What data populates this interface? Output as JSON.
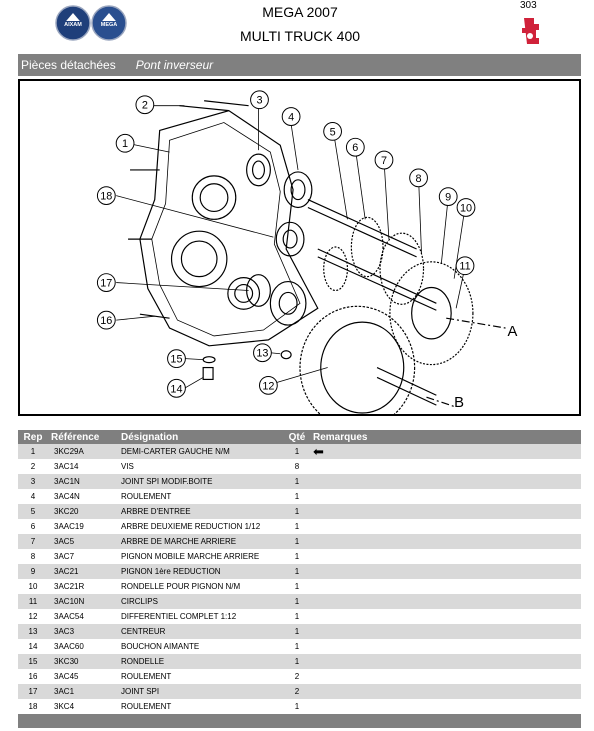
{
  "header": {
    "line1": "MEGA 2007",
    "line2": "MULTI TRUCK 400",
    "page_number": "303",
    "logo_left_text": "AIXAM",
    "logo_right_text": "MEGA"
  },
  "section": {
    "title": "Pièces détachées",
    "subtitle": "Pont inverseur"
  },
  "diagram": {
    "callouts": [
      "1",
      "2",
      "3",
      "4",
      "5",
      "6",
      "7",
      "8",
      "9",
      "10",
      "11",
      "12",
      "13",
      "14",
      "15",
      "16",
      "17",
      "18"
    ],
    "axis_a": "A",
    "axis_b": "B"
  },
  "table": {
    "headers": {
      "rep": "Rep",
      "ref": "Référence",
      "des": "Désignation",
      "qte": "Qté",
      "rem": "Remarques"
    },
    "rows": [
      {
        "rep": "1",
        "ref": "3KC29A",
        "des": "DEMI-CARTER GAUCHE N/M",
        "qte": "1",
        "rem": "⬅"
      },
      {
        "rep": "2",
        "ref": "3AC14",
        "des": "VIS",
        "qte": "8",
        "rem": ""
      },
      {
        "rep": "3",
        "ref": "3AC1N",
        "des": "JOINT SPI MODIF.BOITE",
        "qte": "1",
        "rem": ""
      },
      {
        "rep": "4",
        "ref": "3AC4N",
        "des": "ROULEMENT",
        "qte": "1",
        "rem": ""
      },
      {
        "rep": "5",
        "ref": "3KC20",
        "des": "ARBRE D'ENTREE",
        "qte": "1",
        "rem": ""
      },
      {
        "rep": "6",
        "ref": "3AAC19",
        "des": "ARBRE DEUXIEME REDUCTION 1/12",
        "qte": "1",
        "rem": ""
      },
      {
        "rep": "7",
        "ref": "3AC5",
        "des": "ARBRE DE MARCHE ARRIERE",
        "qte": "1",
        "rem": ""
      },
      {
        "rep": "8",
        "ref": "3AC7",
        "des": "PIGNON MOBILE MARCHE ARRIERE",
        "qte": "1",
        "rem": ""
      },
      {
        "rep": "9",
        "ref": "3AC21",
        "des": "PIGNON 1ère REDUCTION",
        "qte": "1",
        "rem": ""
      },
      {
        "rep": "10",
        "ref": "3AC21R",
        "des": "RONDELLE POUR PIGNON N/M",
        "qte": "1",
        "rem": ""
      },
      {
        "rep": "11",
        "ref": "3AC10N",
        "des": "CIRCLIPS",
        "qte": "1",
        "rem": ""
      },
      {
        "rep": "12",
        "ref": "3AAC54",
        "des": "DIFFERENTIEL COMPLET 1:12",
        "qte": "1",
        "rem": ""
      },
      {
        "rep": "13",
        "ref": "3AC3",
        "des": "CENTREUR",
        "qte": "1",
        "rem": ""
      },
      {
        "rep": "14",
        "ref": "3AAC60",
        "des": "BOUCHON AIMANTE",
        "qte": "1",
        "rem": ""
      },
      {
        "rep": "15",
        "ref": "3KC30",
        "des": "RONDELLE",
        "qte": "1",
        "rem": ""
      },
      {
        "rep": "16",
        "ref": "3AC45",
        "des": "ROULEMENT",
        "qte": "2",
        "rem": ""
      },
      {
        "rep": "17",
        "ref": "3AC1",
        "des": "JOINT SPI",
        "qte": "2",
        "rem": ""
      },
      {
        "rep": "18",
        "ref": "3KC4",
        "des": "ROULEMENT",
        "qte": "1",
        "rem": ""
      }
    ]
  }
}
